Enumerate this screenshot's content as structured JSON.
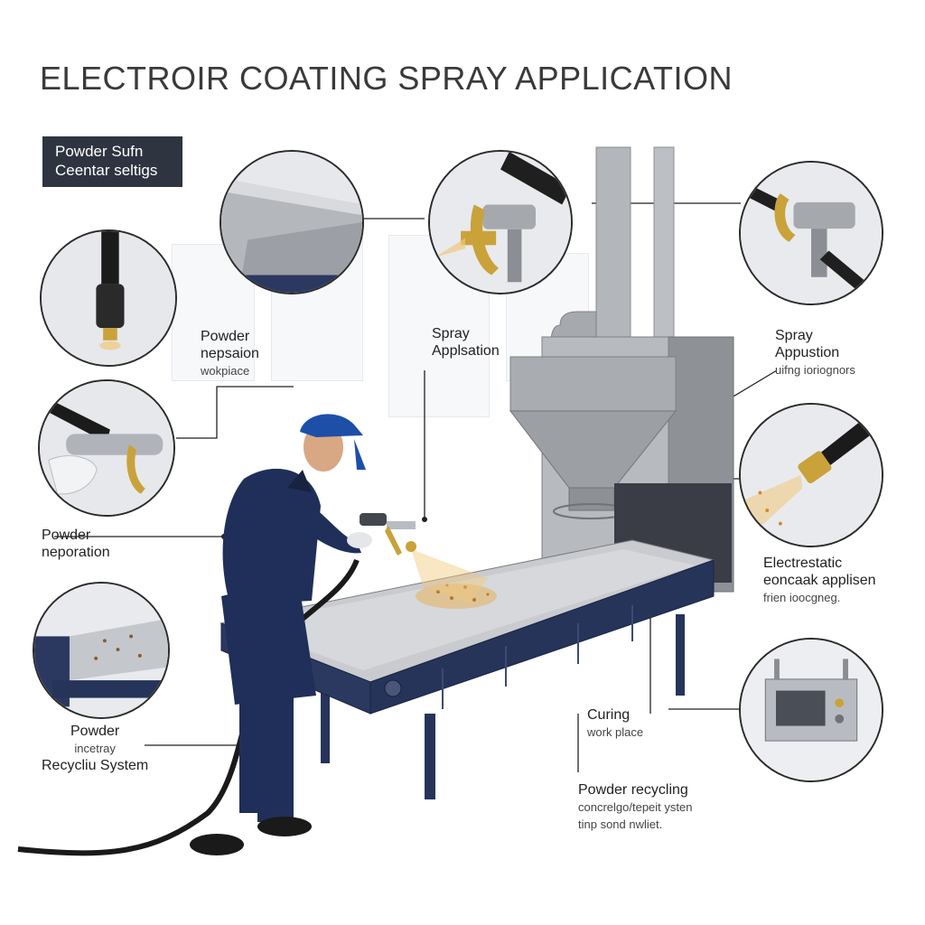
{
  "title": "ELECTROIR COATING SPRAY APPLICATION",
  "badge": {
    "line1": "Powder Sufn",
    "line2": "Ceentar seltigs"
  },
  "labels": {
    "powder_prep": {
      "title": "Powder",
      "line2": "nepsaion",
      "line3": "wokpiace"
    },
    "spray_application_center": {
      "title": "Spray",
      "line2": "Applsation"
    },
    "spray_application_right": {
      "title": "Spray",
      "line2": "Appustion",
      "line3": "uifng ioriognors"
    },
    "powder_neporation": {
      "title": "Powder",
      "line2": "neporation"
    },
    "electrostatic": {
      "title": "Electrestatic",
      "line2": "eoncaak applisen",
      "line3": "frien ioocgneg."
    },
    "powder_recycling_left": {
      "title": "Powder",
      "line2": "incetray",
      "line3": "Recycliu System"
    },
    "curing": {
      "title": "Curing",
      "line2": "work place"
    },
    "powder_recycling_bottom": {
      "title": "Powder recycling",
      "line2": "concrelgo/tepeit ysten",
      "line3": "tinp sond nwliet."
    }
  },
  "icons": [
    "conveyor-rail-icon",
    "spray-gun-icon",
    "spray-gun-icon",
    "powder-hose-nozzle-icon",
    "gloved-hand-spray-gun-icon",
    "spray-nozzle-icon",
    "powder-table-icon",
    "curing-oven-icon"
  ],
  "colors": {
    "worker_uniform": "#1f2f5a",
    "helmet": "#1d4fa8",
    "conveyor_frame": "#26345a",
    "steel": "#a7abb1",
    "brass": "#c9a23a",
    "spray": "#e8b35a"
  }
}
